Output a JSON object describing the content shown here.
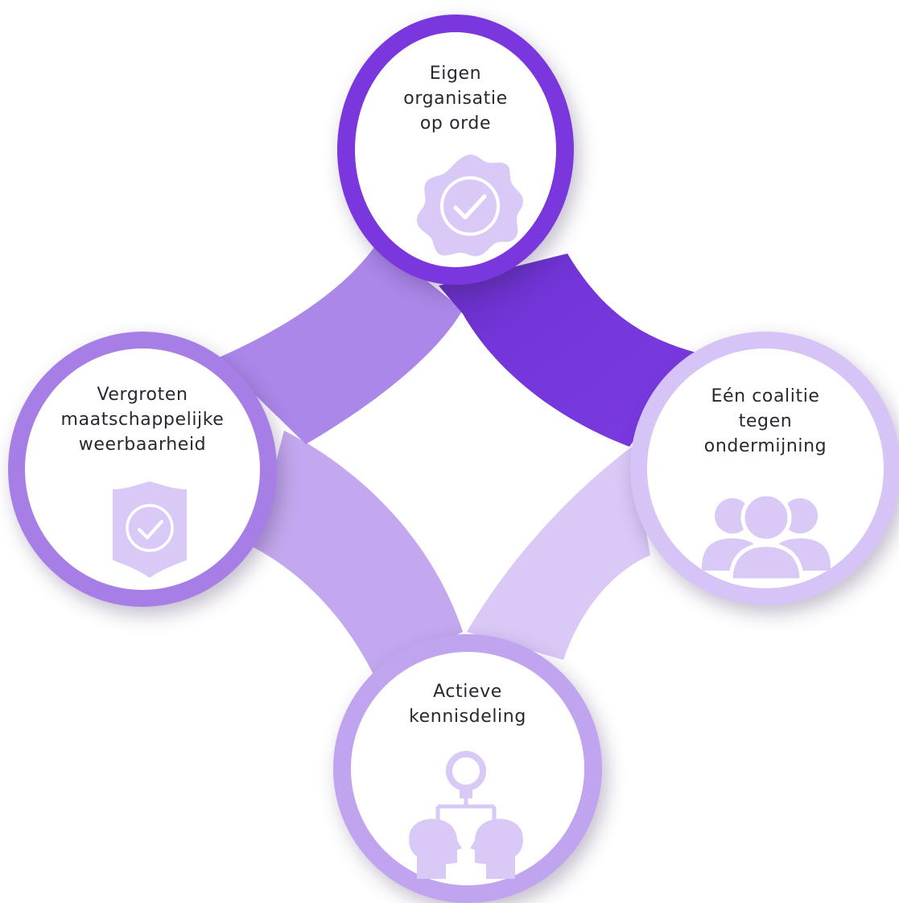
{
  "diagram": {
    "nodes": [
      {
        "id": "top",
        "lines": [
          "Eigen",
          "organisatie",
          "op orde"
        ],
        "icon": "badge-check-icon",
        "ring_color": "#7a37de"
      },
      {
        "id": "left",
        "lines": [
          "Vergroten",
          "maatschappelijke",
          "weerbaarheid"
        ],
        "icon": "shield-check-icon",
        "ring_color": "#a67ee6"
      },
      {
        "id": "right",
        "lines": [
          "Eén coalitie",
          "tegen",
          "ondermijning"
        ],
        "icon": "group-icon",
        "ring_color": "#d6c4f6"
      },
      {
        "id": "bottom",
        "lines": [
          "Actieve",
          "kennisdeling"
        ],
        "icon": "knowledge-sharing-icon",
        "ring_color": "#c0a4ef"
      }
    ],
    "icon_fill": "#d9c9f7",
    "connector_colors": {
      "top_to_right": "#7436da",
      "left_to_top": "#ab87e9",
      "left_to_bottom": "#c3a8ef",
      "bottom_to_right": "#dac9f7"
    }
  }
}
